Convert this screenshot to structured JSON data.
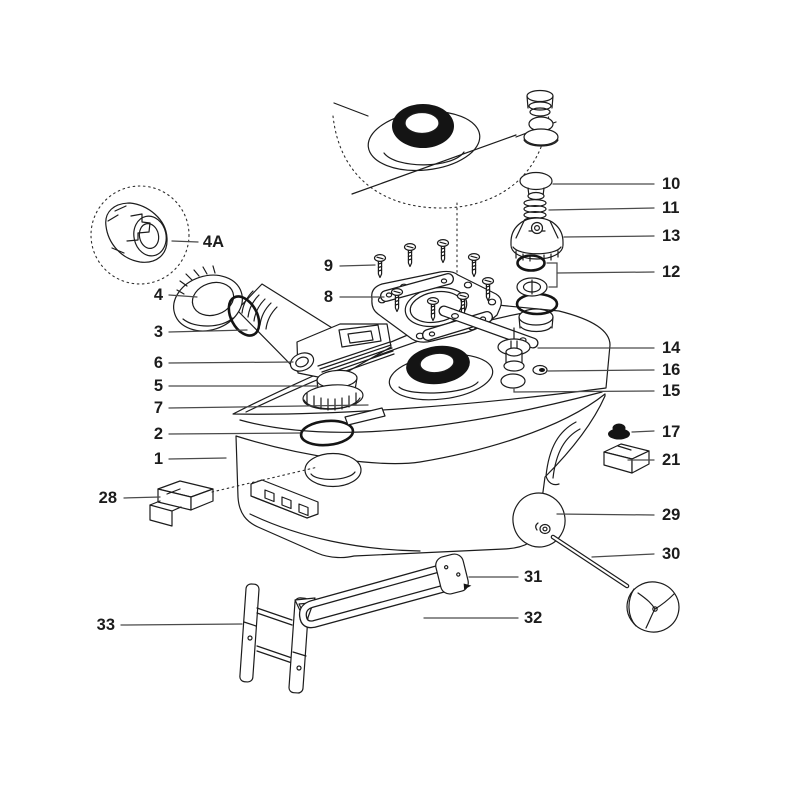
{
  "diagram": {
    "type": "exploded-parts-diagram",
    "background": "#ffffff",
    "line_color": "#1c1c1c",
    "leader_color": "#4a4a4a",
    "seal_color": "#141414",
    "labels": {
      "p4A": "4A",
      "p4": "4",
      "p3": "3",
      "p6": "6",
      "p5": "5",
      "p7": "7",
      "p2": "2",
      "p1": "1",
      "p28": "28",
      "p33": "33",
      "p9": "9",
      "p8": "8",
      "p10": "10",
      "p11": "11",
      "p13": "13",
      "p12": "12",
      "p14": "14",
      "p16": "16",
      "p15": "15",
      "p17": "17",
      "p21": "21",
      "p29": "29",
      "p30": "30",
      "p31": "31",
      "p32": "32"
    }
  }
}
